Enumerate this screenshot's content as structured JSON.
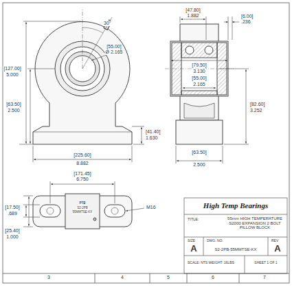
{
  "diagram": {
    "labels": [
      "30°",
      "[55.00]",
      "Ø 2.165",
      "[127.00]",
      "5.000",
      "[63.50]",
      "2.500",
      "[41.40]",
      "1.630",
      "[225.60]",
      "8.882",
      "[47.80]",
      "1.882",
      "[6.00]",
      ".236",
      "[79.50]",
      "3.130",
      "[55.00]",
      "2.165",
      "[82.60]",
      "3.252",
      "[63.50]",
      "2.500",
      "[171.45]",
      "6.750",
      "M16",
      "[17.50]",
      ".689",
      "[25.40]",
      "1.000",
      "PTB",
      "S2-2PB",
      "55MMTSE-KX",
      "High Temp Bearings",
      "TITLE:",
      "55mm HIGH TEMPERATURE S2000 EXPANSION 2 BOLT PILLOW BLOCK",
      "SIZE",
      "A",
      "DWG. NO.",
      "S2-2PB-55MMTSE-KX",
      "REV",
      "A",
      "SCALE: NTS WEIGHT: 16LBS",
      "SHEET 1 OF 1",
      "3",
      "4",
      "5",
      "6",
      "7"
    ]
  }
}
